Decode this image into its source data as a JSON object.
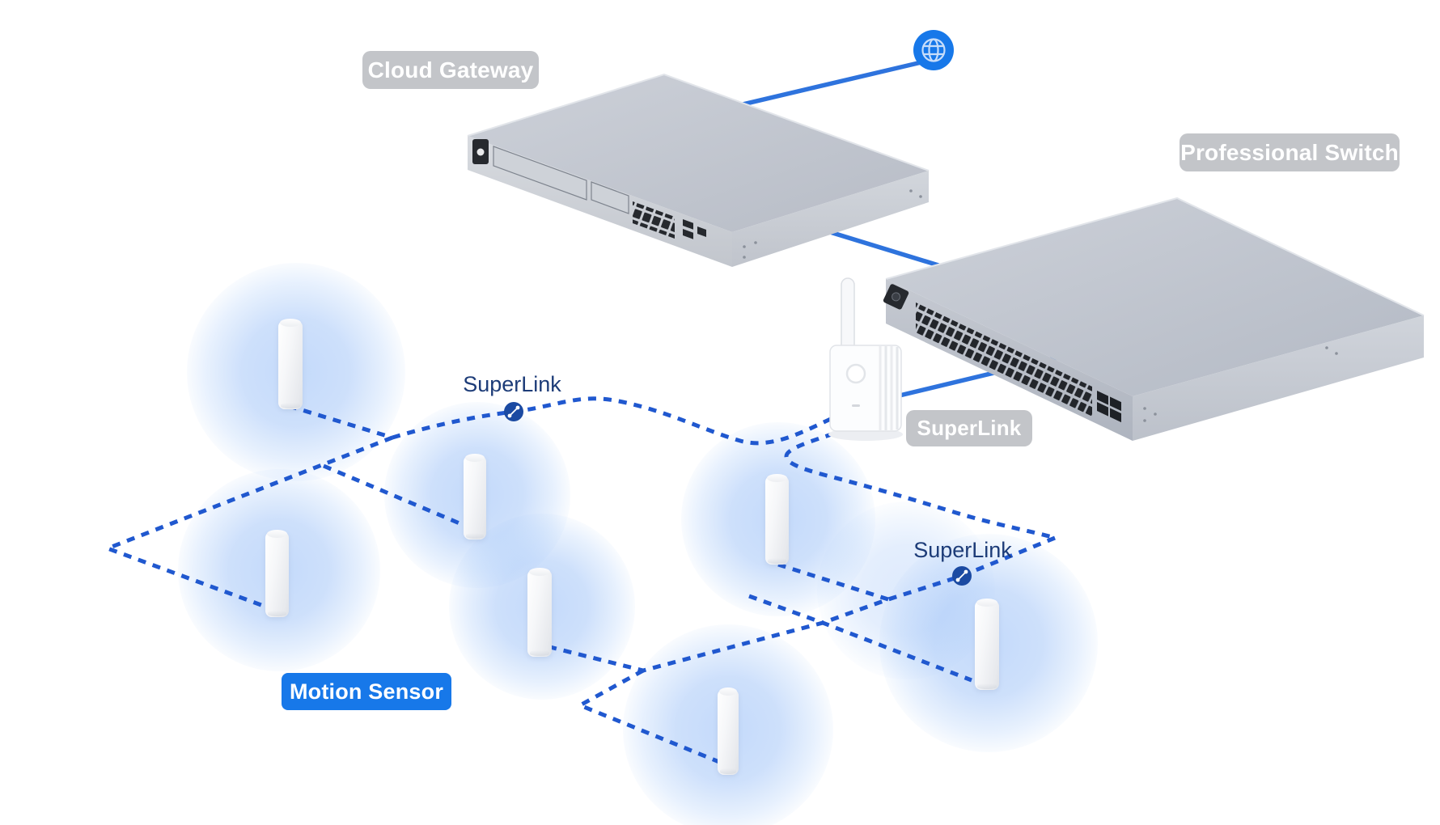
{
  "labels": {
    "cloud_gateway": "Cloud Gateway",
    "professional_switch": "Professional Switch",
    "superlink_device": "SuperLink",
    "superlink_link_left": "SuperLink",
    "superlink_link_right": "SuperLink",
    "motion_sensor": "Motion Sensor"
  },
  "icons": {
    "internet": "globe-icon",
    "superlink_badge": "link-icon"
  },
  "colors": {
    "accent_blue": "#1778e9",
    "dashed_line": "#2058cf",
    "solid_line": "#2e73dd",
    "superlink_text": "#1d3c78",
    "link_badge": "#1b4aa2",
    "gray_label_bg": "#c3c5c9",
    "label_text": "#ffffff",
    "sensor_glow": "#89b5f6"
  },
  "diagram": {
    "devices": [
      {
        "label": "Cloud Gateway",
        "kind": "rack gateway with 8 ports"
      },
      {
        "label": "Professional Switch",
        "kind": "rack switch with 48 ports"
      },
      {
        "label": "SuperLink",
        "kind": "wall antenna bridge"
      }
    ],
    "sensor_count": 7,
    "superlink_badge_count": 2,
    "wired_links": [
      "internet-to-gateway",
      "gateway-to-switch",
      "switch-to-superlink"
    ],
    "mesh_link_style": "dashed"
  }
}
